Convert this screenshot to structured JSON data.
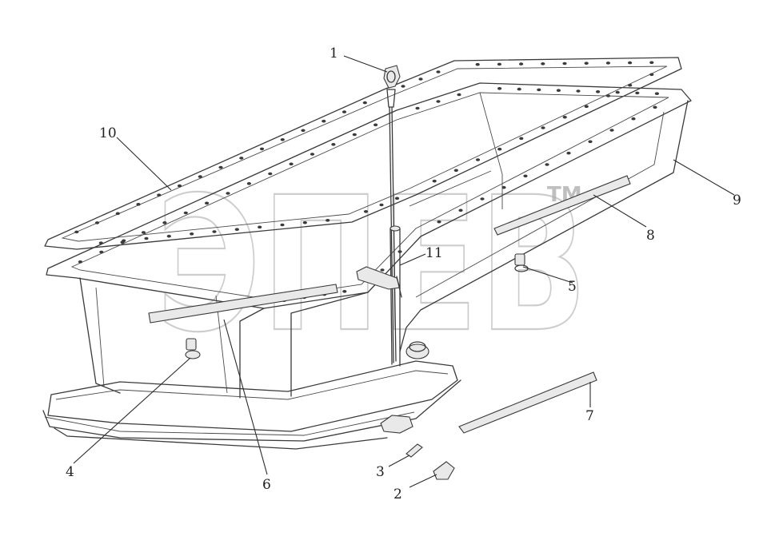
{
  "diagram": {
    "callouts": [
      "1",
      "2",
      "3",
      "4",
      "5",
      "6",
      "7",
      "8",
      "9",
      "10",
      "11"
    ],
    "watermark": {
      "text": "ЭПЕВ",
      "tm": "TM"
    }
  },
  "colors": {
    "line": "#3a3a3a",
    "background": "#ffffff",
    "watermark": "#b8b8b8"
  }
}
